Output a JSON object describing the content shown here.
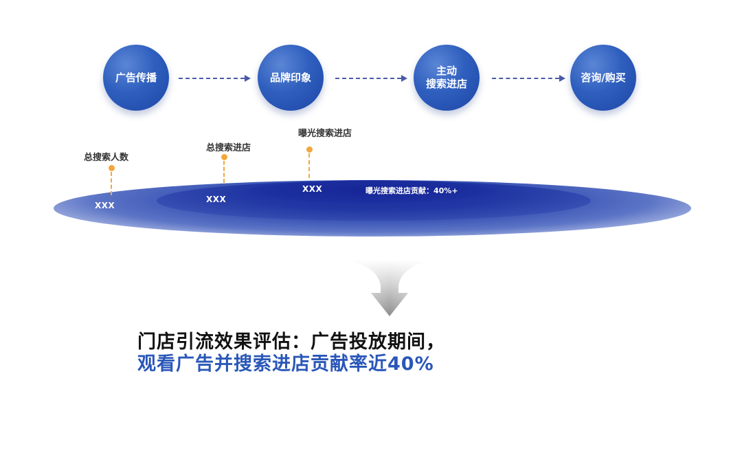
{
  "flow_steps": [
    {
      "lines": [
        "广告传播"
      ]
    },
    {
      "lines": [
        "品牌印象"
      ]
    },
    {
      "lines": [
        "主动",
        "搜索进店"
      ]
    },
    {
      "lines": [
        "咨询/购买"
      ]
    }
  ],
  "funnel": {
    "pins": [
      {
        "label": "总搜索人数",
        "value": "XXX"
      },
      {
        "label": "总搜索进店",
        "value": "XXX"
      },
      {
        "label": "曝光搜索进店",
        "value": "XXX"
      }
    ],
    "contribution_text": "曝光搜索进店贡献：40%+"
  },
  "colors": {
    "circle_blue": "#2f5fbe",
    "pin_orange": "#f2a73b",
    "headline_black": "#111111",
    "headline_blue": "#2a57b8"
  },
  "headline": {
    "line1": "门店引流效果评估：广告投放期间，",
    "line2": "观看广告并搜索进店贡献率近40%"
  }
}
